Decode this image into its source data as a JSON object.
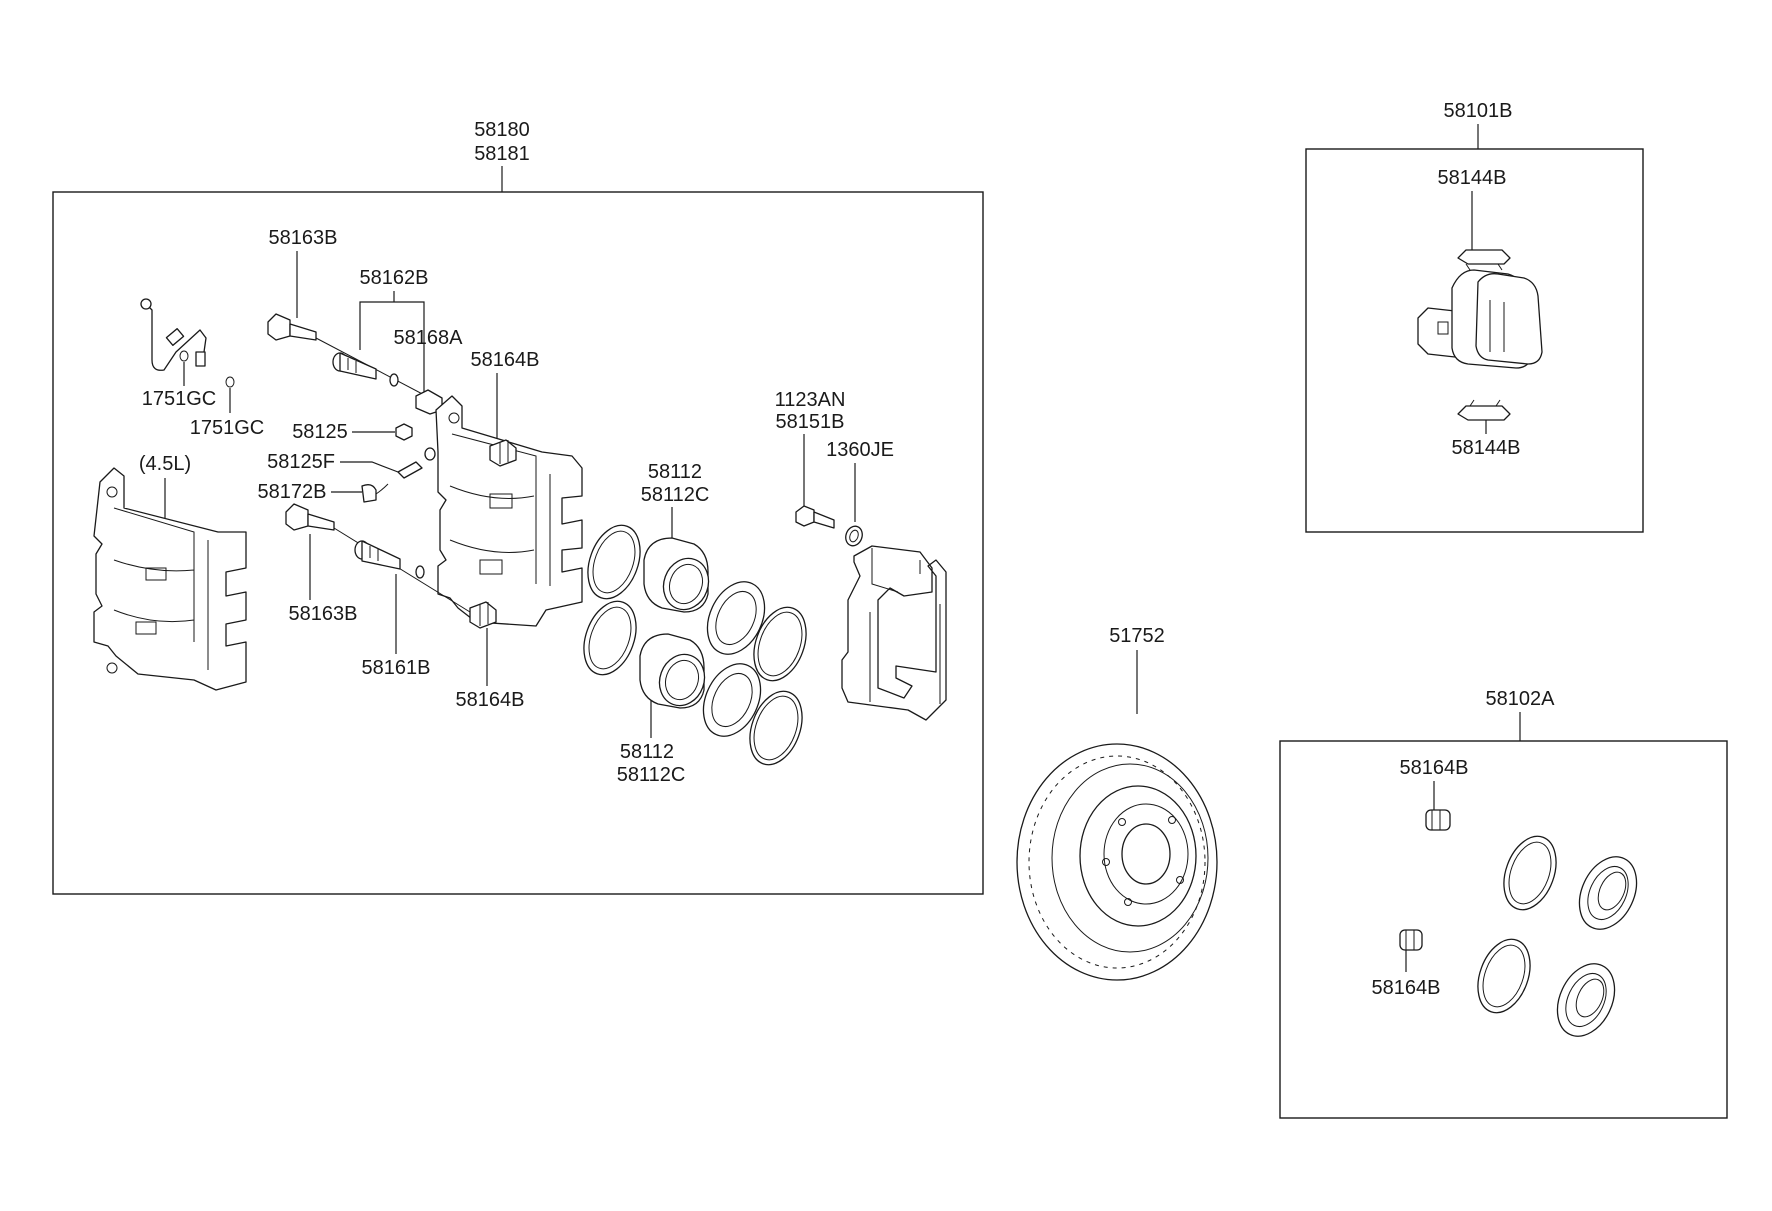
{
  "labels": {
    "assy_a": "58180",
    "assy_b": "58181",
    "pad_kit": "58101B",
    "pad_clip_top": "58144B",
    "pad_clip_bottom": "58144B",
    "disc": "51752",
    "seal_kit": "58102A",
    "kit_boot_top": "58164B",
    "kit_boot_bottom": "58164B",
    "bolt_top": "58163B",
    "guide_top": "58162B",
    "guide_bush": "58168A",
    "boot_upper": "58164B",
    "washer_a": "1751GC",
    "washer_b": "1751GC",
    "bleeder_cap": "58125",
    "bleeder_screw": "58125F",
    "sensor": "58172B",
    "engine": "(4.5L)",
    "bolt_bottom": "58163B",
    "guide_bottom": "58161B",
    "boot_lower": "58164B",
    "piston_top": "58112",
    "piston_top_c": "58112C",
    "piston_bottom": "58112",
    "piston_bottom_c": "58112C",
    "mount_bolt": "1123AN",
    "mount_bolt_b": "58151B",
    "mount_washer": "1360JE"
  },
  "colors": {
    "line": "#1a1a1a",
    "background": "#ffffff"
  }
}
